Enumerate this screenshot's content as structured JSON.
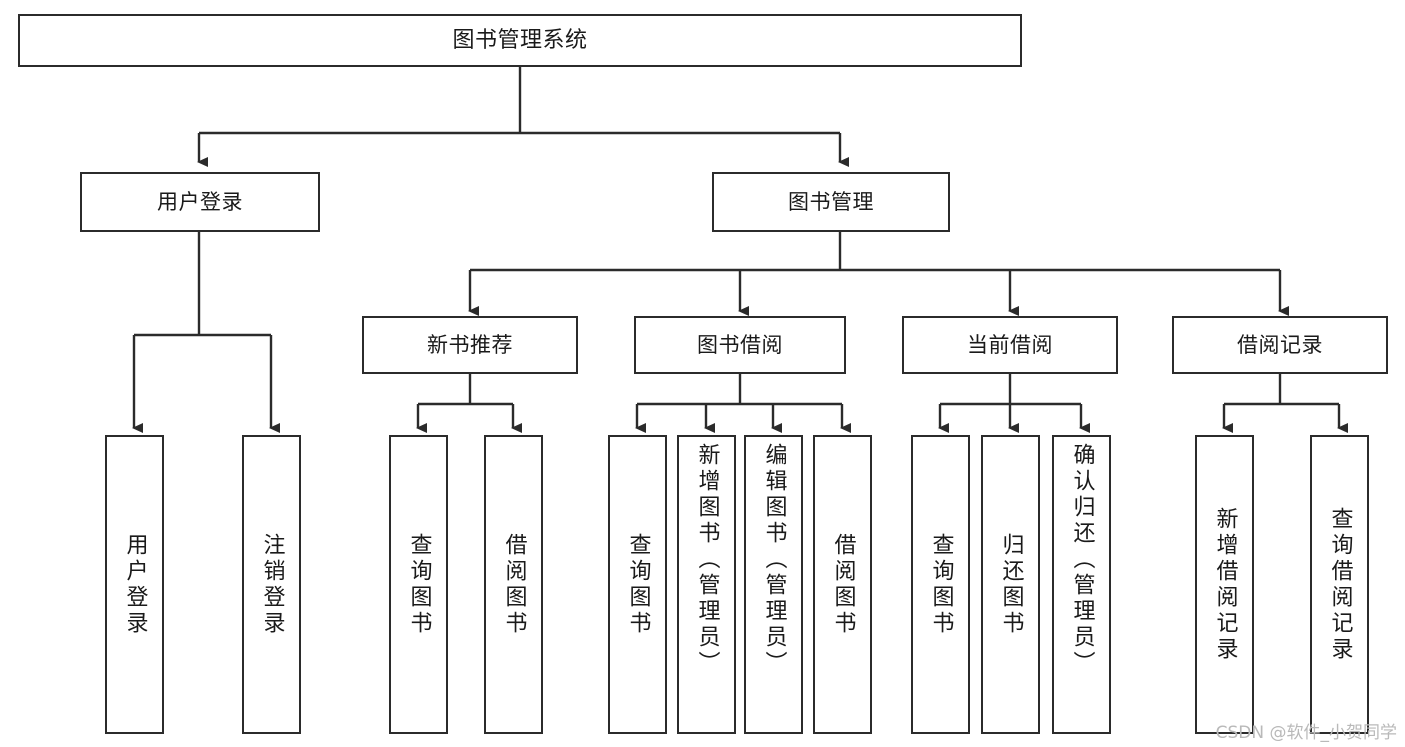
{
  "diagram": {
    "type": "tree",
    "title": "图书管理系统",
    "orientation": "top-down",
    "colors": {
      "box_border": "#2b2b2b",
      "box_fill": "#ffffff",
      "edge": "#2b2b2b",
      "text": "#1a1a1a",
      "watermark": "#b9b9b9"
    },
    "nodes": {
      "root": {
        "label": "图书管理系统"
      },
      "level1": [
        {
          "id": "user-login",
          "label": "用户登录"
        },
        {
          "id": "book-manage",
          "label": "图书管理"
        }
      ],
      "level2": [
        {
          "id": "new-book-rec",
          "label": "新书推荐",
          "parent": "book-manage"
        },
        {
          "id": "book-borrow",
          "label": "图书借阅",
          "parent": "book-manage"
        },
        {
          "id": "current-borrow",
          "label": "当前借阅",
          "parent": "book-manage"
        },
        {
          "id": "borrow-record",
          "label": "借阅记录",
          "parent": "book-manage"
        }
      ],
      "leaves": [
        {
          "id": "leaf-user-login",
          "label": "用户登录",
          "parent": "user-login"
        },
        {
          "id": "leaf-logout",
          "label": "注销登录",
          "parent": "user-login"
        },
        {
          "id": "leaf-query-book-rec",
          "label": "查询图书",
          "parent": "new-book-rec"
        },
        {
          "id": "leaf-borrow-book-rec",
          "label": "借阅图书",
          "parent": "new-book-rec"
        },
        {
          "id": "leaf-query-book-borrow",
          "label": "查询图书",
          "parent": "book-borrow"
        },
        {
          "id": "leaf-add-book",
          "label": "新增图书（管理员）",
          "parent": "book-borrow"
        },
        {
          "id": "leaf-edit-book",
          "label": "编辑图书（管理员）",
          "parent": "book-borrow"
        },
        {
          "id": "leaf-borrow-book",
          "label": "借阅图书",
          "parent": "book-borrow"
        },
        {
          "id": "leaf-query-book-current",
          "label": "查询图书",
          "parent": "current-borrow"
        },
        {
          "id": "leaf-return-book",
          "label": "归还图书",
          "parent": "current-borrow"
        },
        {
          "id": "leaf-confirm-return",
          "label": "确认归还（管理员）",
          "parent": "current-borrow"
        },
        {
          "id": "leaf-add-record",
          "label": "新增借阅记录",
          "parent": "borrow-record"
        },
        {
          "id": "leaf-query-record",
          "label": "查询借阅记录",
          "parent": "borrow-record"
        }
      ]
    },
    "watermark": "CSDN @软件_小贺同学"
  }
}
